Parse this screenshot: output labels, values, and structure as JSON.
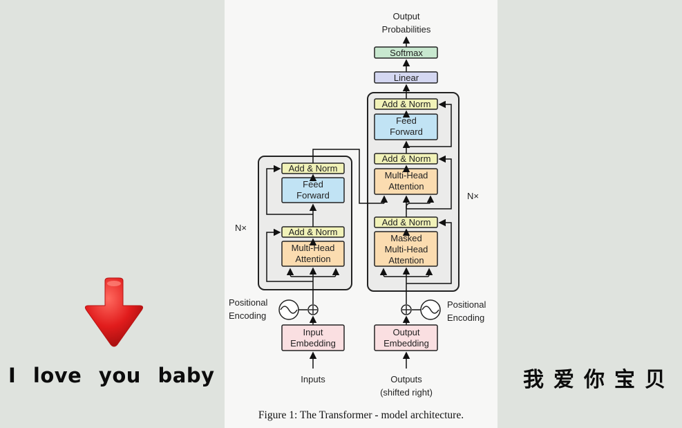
{
  "figure": {
    "caption": "Figure 1: The Transformer - model architecture.",
    "output_probabilities_line1": "Output",
    "output_probabilities_line2": "Probabilities",
    "softmax": "Softmax",
    "linear": "Linear",
    "nx_left": "N×",
    "nx_right": "N×",
    "encoder": {
      "add_norm_top": "Add & Norm",
      "feed_forward_line1": "Feed",
      "feed_forward_line2": "Forward",
      "add_norm_bottom": "Add & Norm",
      "attention_line1": "Multi-Head",
      "attention_line2": "Attention",
      "embedding_line1": "Input",
      "embedding_line2": "Embedding",
      "inputs": "Inputs",
      "positional_line1": "Positional",
      "positional_line2": "Encoding"
    },
    "decoder": {
      "add_norm_top": "Add & Norm",
      "feed_forward_line1": "Feed",
      "feed_forward_line2": "Forward",
      "add_norm_middle": "Add & Norm",
      "attention_line1": "Multi-Head",
      "attention_line2": "Attention",
      "add_norm_bottom": "Add & Norm",
      "masked_line1": "Masked",
      "masked_line2": "Multi-Head",
      "masked_line3": "Attention",
      "embedding_line1": "Output",
      "embedding_line2": "Embedding",
      "outputs_line1": "Outputs",
      "outputs_line2": "(shifted right)",
      "positional_line1": "Positional",
      "positional_line2": "Encoding"
    }
  },
  "overlay": {
    "left_text": "I love you baby",
    "right_text": "我爱你宝贝",
    "arrow_color": "#e11c1c"
  }
}
